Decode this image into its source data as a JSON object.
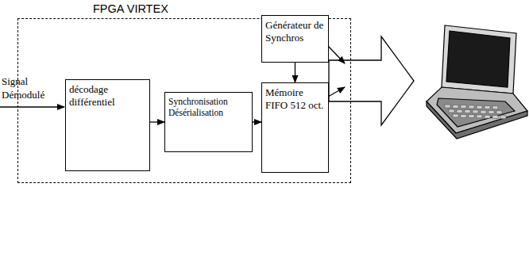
{
  "diagram": {
    "nodes": [
      {
        "text": [
          "FPGA VIRTEX"
        ]
      },
      {
        "text": [
          "décodage différentiel"
        ],
        "in": 0
      },
      {
        "text": [
          "Synchronisation Désérialisation"
        ],
        "in": 0
      },
      {
        "text": [
          "Générateur de Synchros"
        ],
        "in": 0
      },
      {
        "text": [
          "Mémoire FIFO 512 oct."
        ],
        "in": 0
      }
    ],
    "edges": [
      {
        "from": 1,
        "to": 2,
        "arrow": "to"
      },
      {
        "from": 2,
        "to": 4,
        "arrow": "to"
      },
      {
        "from": 3,
        "to": 4,
        "arrow": "to"
      }
    ],
    "labels": [
      "Signal Démodulé"
    ]
  }
}
